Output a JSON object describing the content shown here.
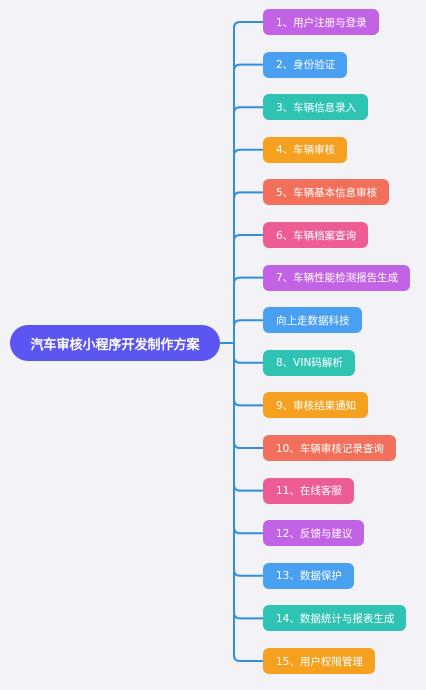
{
  "root": {
    "label": "汽车审核小程序开发制作方案",
    "color": "#5b55f2"
  },
  "connector_color": "#2f8fe0",
  "branches": [
    {
      "label": "1、用户注册与登录",
      "color": "#c263e6"
    },
    {
      "label": "2、身份验证",
      "color": "#4aa0f0"
    },
    {
      "label": "3、车辆信息录入",
      "color": "#2ec3b2"
    },
    {
      "label": "4、车辆审核",
      "color": "#f5a11f"
    },
    {
      "label": "5、车辆基本信息审核",
      "color": "#f2705b"
    },
    {
      "label": "6、车辆档案查询",
      "color": "#ee5c96"
    },
    {
      "label": "7、车辆性能检测报告生成",
      "color": "#c263e6"
    },
    {
      "label": "向上走数据科技",
      "color": "#4aa0f0"
    },
    {
      "label": "8、VIN码解析",
      "color": "#2ec3b2"
    },
    {
      "label": "9、审核结果通知",
      "color": "#f5a11f"
    },
    {
      "label": "10、车辆审核记录查询",
      "color": "#f2705b"
    },
    {
      "label": "11、在线客服",
      "color": "#ee5c96"
    },
    {
      "label": "12、反馈与建议",
      "color": "#c263e6"
    },
    {
      "label": "13、数据保护",
      "color": "#4aa0f0"
    },
    {
      "label": "14、数据统计与报表生成",
      "color": "#2ec3b2"
    },
    {
      "label": "15、用户权限管理",
      "color": "#f5a11f"
    }
  ]
}
